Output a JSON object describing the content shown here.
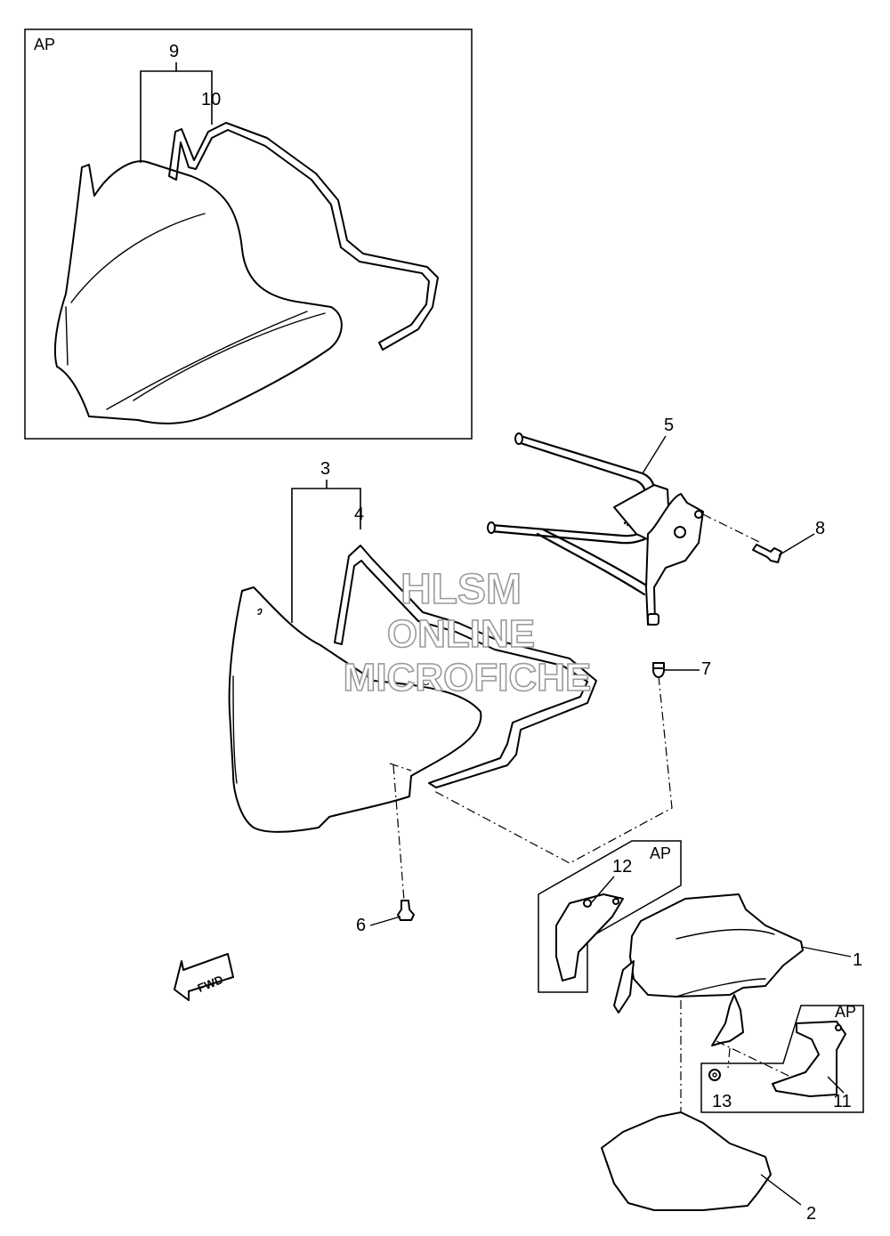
{
  "watermark": {
    "line1": "HLSM",
    "line2": "ONLINE",
    "line3": "MICROFICHE"
  },
  "boxes": {
    "top": {
      "tag": "AP"
    },
    "mid": {
      "tag": "AP"
    },
    "right": {
      "tag": "AP"
    }
  },
  "callouts": {
    "c1": "1",
    "c2": "2",
    "c3": "3",
    "c4": "4",
    "c5": "5",
    "c6": "6",
    "c7": "7",
    "c8": "8",
    "c9": "9",
    "c10": "10",
    "c11": "11",
    "c12": "12",
    "c13": "13"
  },
  "direction_arrow": {
    "label": "FWD"
  },
  "part_marks": {
    "c_mark": "C"
  }
}
